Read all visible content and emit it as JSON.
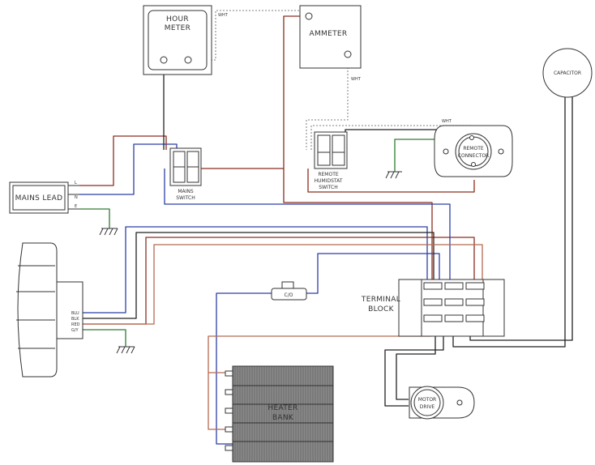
{
  "components": {
    "hour_meter": [
      "HOUR",
      "METER"
    ],
    "ammeter": "AMMETER",
    "capacitor": "CAPACITOR",
    "mains_lead": "MAINS LEAD",
    "mains_switch": [
      "MAINS",
      "SWITCH"
    ],
    "remote_humidstat_switch": [
      "REMOTE",
      "HUMIDSTAT",
      "SWITCH"
    ],
    "remote_connector": [
      "REMOTE",
      "CONNECTOR"
    ],
    "terminal_block": [
      "TERMINAL",
      "BLOCK"
    ],
    "cutout": "C/O",
    "motor_drive": [
      "MOTOR",
      "DRIVE"
    ],
    "heater_bank": [
      "HEATER",
      "BANK"
    ]
  },
  "wire_labels": {
    "wht_top": "WHT",
    "wht_ammeter": "WHT",
    "wht_connector": "WHT"
  },
  "mains_terminals": [
    "L",
    "N",
    "E"
  ],
  "fan_terminals": [
    "BLU",
    "BLK",
    "RED",
    "G/Y"
  ],
  "wire_colors": {
    "live": "#8b2e20",
    "neutral": "#2c3fa3",
    "earth": "#2e7d32",
    "signal": "#222222",
    "sheath": "#9a9a9a",
    "light": "#b56a50"
  }
}
